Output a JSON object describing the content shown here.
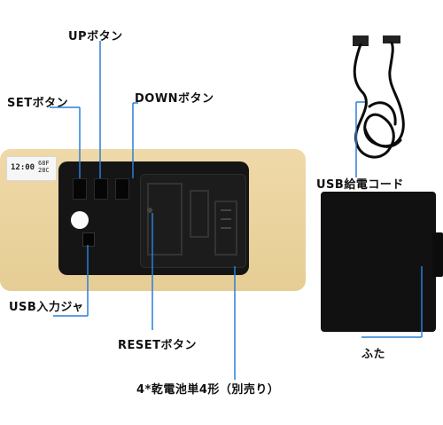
{
  "labels": {
    "up": "UPボタン",
    "set": "SETボタン",
    "down": "DOWNボタン",
    "usb_cable": "USB給電コード",
    "usb_input": "USB入力ジャ",
    "reset": "RESETボタン",
    "lid": "ふた",
    "battery": "4*乾電池単4形（別売り）"
  },
  "display": {
    "time": "12:00",
    "temp": "68F",
    "date": "28C"
  },
  "colors": {
    "wood": "#e9d29e",
    "panel": "#151515",
    "line": "#2a7fd8"
  }
}
